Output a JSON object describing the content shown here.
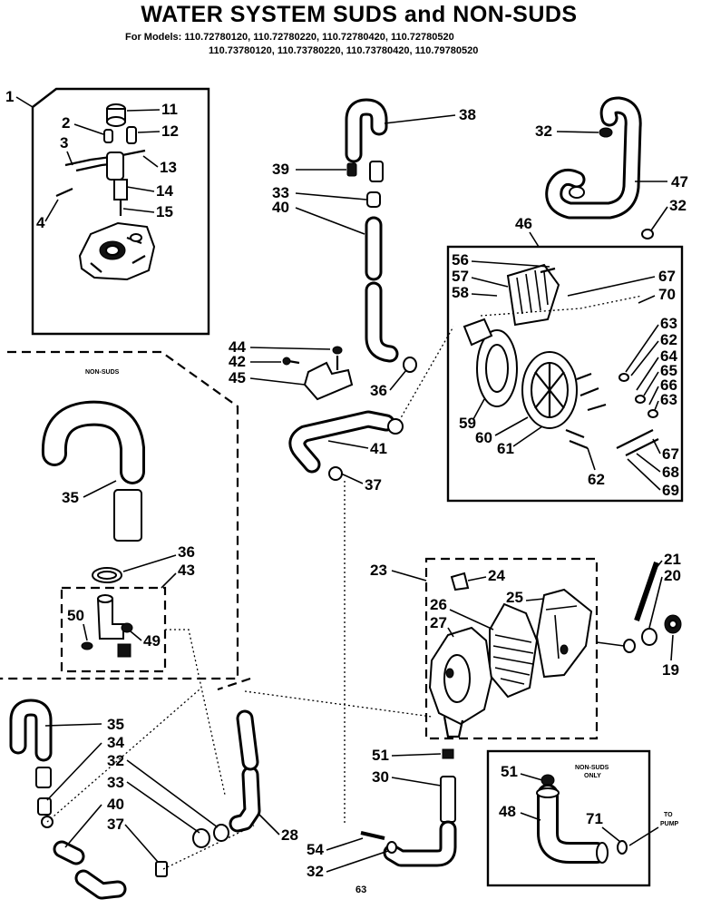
{
  "header": {
    "title": "WATER SYSTEM SUDS and NON-SUDS",
    "models_line1": "For Models: 110.72780120, 110.72780220, 110.72780420, 110.72780520",
    "models_line2": "110.73780120, 110.73780220, 110.73780420, 110.79780520"
  },
  "notes": {
    "non_suds": "NON-SUDS",
    "non_suds_only_1": "NON-SUDS",
    "non_suds_only_2": "ONLY",
    "to_pump_1": "TO",
    "to_pump_2": "PUMP"
  },
  "callouts": {
    "c1": "1",
    "c2": "2",
    "c3": "3",
    "c4": "4",
    "c11": "11",
    "c12": "12",
    "c13": "13",
    "c14": "14",
    "c15": "15",
    "c38": "38",
    "c39": "39",
    "c33a": "33",
    "c40a": "40",
    "c32a": "32",
    "c47": "47",
    "c32b": "32",
    "c46": "46",
    "c56": "56",
    "c57": "57",
    "c58": "58",
    "c67a": "67",
    "c70": "70",
    "c63a": "63",
    "c62a": "62",
    "c64": "64",
    "c65": "65",
    "c66": "66",
    "c63b": "63",
    "c59": "59",
    "c60": "60",
    "c61": "61",
    "c62b": "62",
    "c67b": "67",
    "c68": "68",
    "c69": "69",
    "c44": "44",
    "c42": "42",
    "c45": "45",
    "c36a": "36",
    "c41": "41",
    "c37a": "37",
    "c35a": "35",
    "c36b": "36",
    "c43": "43",
    "c50": "50",
    "c49": "49",
    "c23": "23",
    "c24": "24",
    "c25": "25",
    "c26": "26",
    "c27": "27",
    "c21": "21",
    "c20": "20",
    "c19": "19",
    "c51a": "51",
    "c30": "30",
    "c51b": "51",
    "c48": "48",
    "c71": "71",
    "c35b": "35",
    "c34": "34",
    "c32c": "32",
    "c33b": "33",
    "c40b": "40",
    "c37b": "37",
    "c28": "28",
    "c54": "54",
    "c32d": "32"
  },
  "footer": {
    "page": "63"
  }
}
